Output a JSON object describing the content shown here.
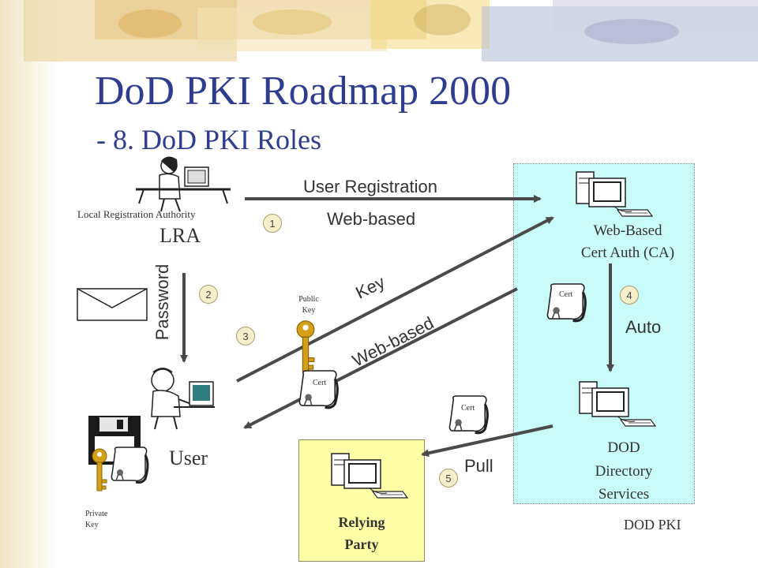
{
  "slide": {
    "title": "DoD PKI Roadmap 2000",
    "subtitle": "- 8. DoD PKI Roles"
  },
  "nodes": {
    "lra_caption": "Local Registration Authority",
    "lra": "LRA",
    "ca_line1": "Web-Based",
    "ca_line2": "Cert Auth (CA)",
    "user": "User",
    "dir_line1": "DOD",
    "dir_line2": "Directory",
    "dir_line3": "Services",
    "rp_line1": "Relying",
    "rp_line2": "Party",
    "pki_label": "DOD PKI"
  },
  "flows": {
    "user_registration": "User Registration",
    "web_based_top": "Web-based",
    "password": "Password",
    "key": "Key",
    "web_based_diag": "Web-based",
    "auto": "Auto",
    "pull": "Pull"
  },
  "steps": [
    "1",
    "2",
    "3",
    "4",
    "5"
  ],
  "small_labels": {
    "public_line1": "Public",
    "public_line2": "Key",
    "private_line1": "Private",
    "private_line2": "Key",
    "cert": "Cert"
  },
  "colors": {
    "title": "#2e3d8f",
    "pki_panel": "#c9fbf8",
    "relying_party_panel": "#ffffa8",
    "key_gold": "#d4a017",
    "arrow": "#4a4a4a"
  }
}
